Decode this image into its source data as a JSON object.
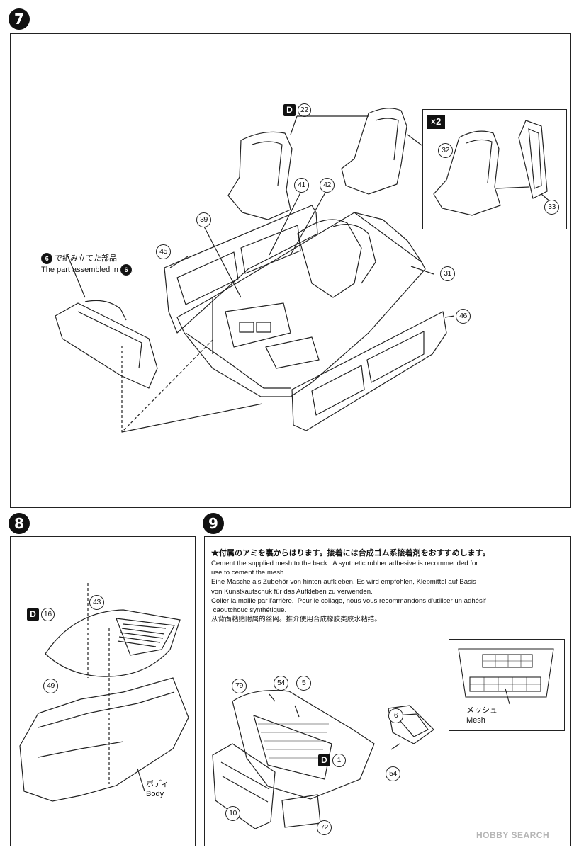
{
  "steps": {
    "s7": "7",
    "s8": "8",
    "s9": "9"
  },
  "step7": {
    "d_letter": "D",
    "d_part": "22",
    "multiplier": "×2",
    "parts": {
      "p32": "32",
      "p33": "33",
      "p41": "41",
      "p42": "42",
      "p39": "39",
      "p45": "45",
      "p31": "31",
      "p46": "46"
    },
    "assembled_ref": "6",
    "assembled_jp": "で組み立てた部品",
    "assembled_en": "The part assembled in",
    "assembled_ref2": "6",
    "assembled_period": "."
  },
  "step8": {
    "d_letter": "D",
    "d_part": "16",
    "parts": {
      "p43": "43",
      "p49": "49"
    },
    "body_jp": "ボディ",
    "body_en": "Body"
  },
  "step9": {
    "note_jp": "★付属のアミを裏からはります。接着には合成ゴム系接着剤をおすすめします。",
    "note_lines": [
      "Cement the supplied mesh to the back.  A synthetic rubber adhesive is recommended for",
      "use to cement the mesh.",
      "Eine Masche als Zubehör von hinten aufkleben. Es wird empfohlen, Klebmittel auf Basis",
      "von Kunstkautschuk für das Aufkleben zu verwenden.",
      "Coller la maille par l'arrière.  Pour le collage, nous vous recommandons d'utiliser un adhésif",
      " caoutchouc synthétique.",
      "从背面粘贴附属的丝网。推介使用合成橡胶类胶水粘结。"
    ],
    "d_letter": "D",
    "d_part": "1",
    "parts": {
      "p79": "79",
      "p54a": "54",
      "p5": "5",
      "p6": "6",
      "p54b": "54",
      "p10": "10",
      "p72": "72"
    },
    "mesh_jp": "メッシュ",
    "mesh_en": "Mesh"
  },
  "watermark": "HOBBY SEARCH"
}
